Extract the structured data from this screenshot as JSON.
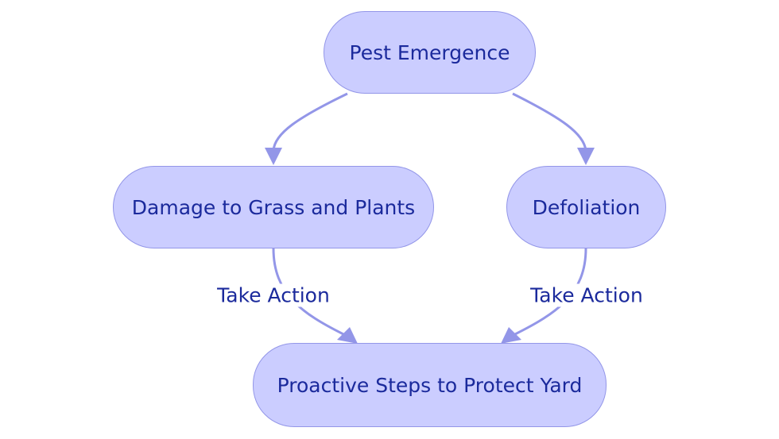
{
  "colors": {
    "node_fill": "#cbcdff",
    "node_border": "#9396e8",
    "edge": "#9396e8",
    "text": "#1b2a9c"
  },
  "nodes": {
    "pest": "Pest Emergence",
    "damage": "Damage to Grass and Plants",
    "defoliation": "Defoliation",
    "proactive": "Proactive Steps to Protect Yard"
  },
  "edges": [
    {
      "from": "pest",
      "to": "damage",
      "label": ""
    },
    {
      "from": "pest",
      "to": "defoliation",
      "label": ""
    },
    {
      "from": "damage",
      "to": "proactive",
      "label": "Take Action"
    },
    {
      "from": "defoliation",
      "to": "proactive",
      "label": "Take Action"
    }
  ]
}
